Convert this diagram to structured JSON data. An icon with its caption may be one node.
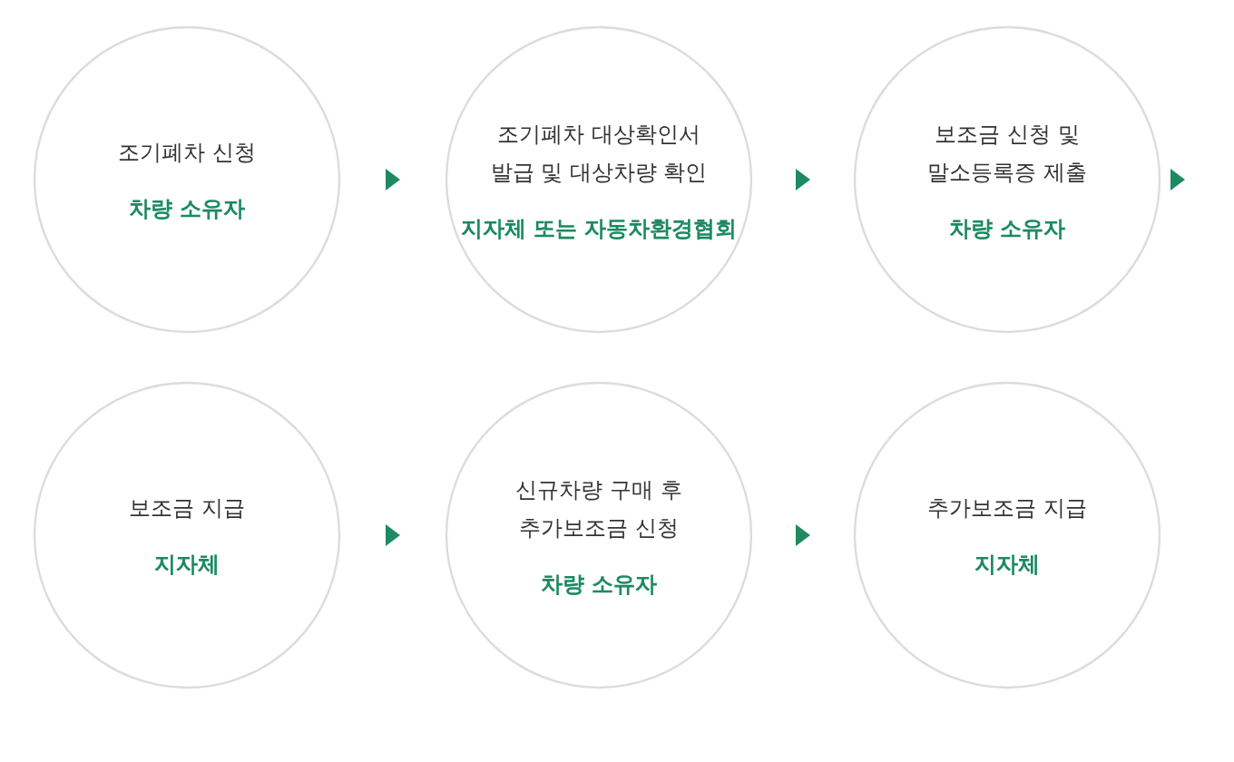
{
  "diagram": {
    "nodes": [
      {
        "text": [
          "조기폐차 신청",
          "차량 소유자"
        ]
      },
      {
        "text": [
          "조기폐차 대상확인서 발급 및 대상차량 확인",
          "지자체 또는 자동차환경협회"
        ]
      },
      {
        "text": [
          "보조금 신청 및 말소등록증 제출",
          "차량 소유자"
        ]
      },
      {
        "text": [
          "보조금 지급",
          "지자체"
        ]
      },
      {
        "text": [
          "신규차량 구매 후 추가보조금 신청",
          "차량 소유자"
        ]
      },
      {
        "text": [
          "추가보조금 지급",
          "지자체"
        ]
      }
    ],
    "edges": [
      {
        "from": 0,
        "to": 1,
        "arrow": "to"
      },
      {
        "from": 1,
        "to": 2,
        "arrow": "to"
      },
      {
        "from": 2,
        "to": null,
        "arrow": "to"
      },
      {
        "from": 3,
        "to": 4,
        "arrow": "to"
      },
      {
        "from": 4,
        "to": 5,
        "arrow": "to"
      }
    ]
  }
}
